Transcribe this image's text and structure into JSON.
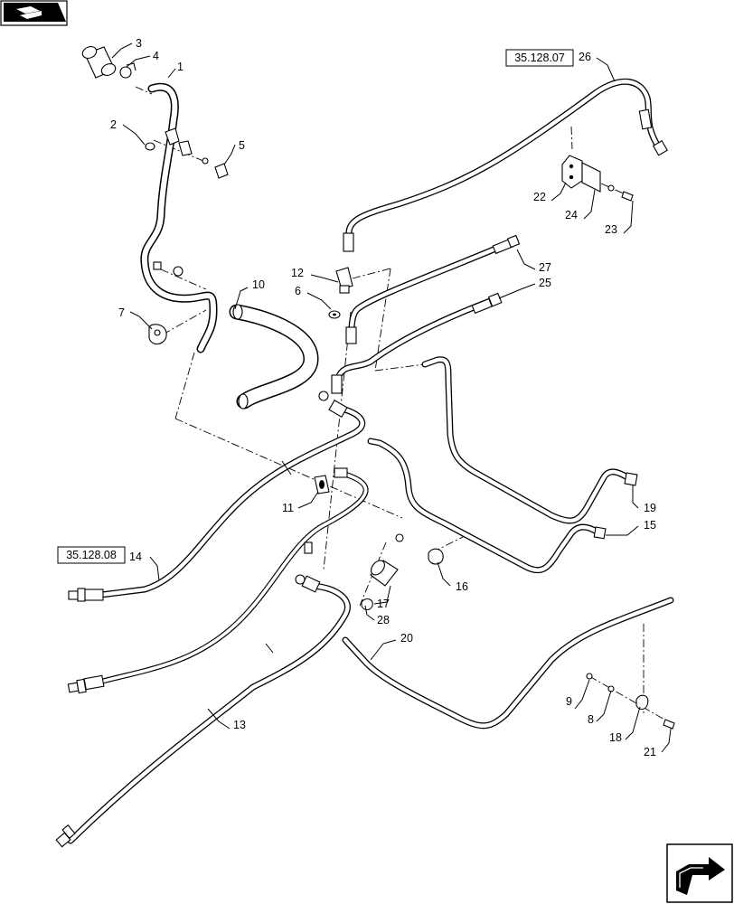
{
  "callouts": [
    {
      "id": "1",
      "label": "1"
    },
    {
      "id": "2",
      "label": "2"
    },
    {
      "id": "3",
      "label": "3"
    },
    {
      "id": "4",
      "label": "4"
    },
    {
      "id": "5",
      "label": "5"
    },
    {
      "id": "6",
      "label": "6"
    },
    {
      "id": "7",
      "label": "7"
    },
    {
      "id": "8",
      "label": "8"
    },
    {
      "id": "9",
      "label": "9"
    },
    {
      "id": "10",
      "label": "10"
    },
    {
      "id": "11",
      "label": "11"
    },
    {
      "id": "12",
      "label": "12"
    },
    {
      "id": "13",
      "label": "13"
    },
    {
      "id": "14",
      "label": "14"
    },
    {
      "id": "15",
      "label": "15"
    },
    {
      "id": "16",
      "label": "16"
    },
    {
      "id": "17",
      "label": "17"
    },
    {
      "id": "18",
      "label": "18"
    },
    {
      "id": "19",
      "label": "19"
    },
    {
      "id": "20",
      "label": "20"
    },
    {
      "id": "21",
      "label": "21"
    },
    {
      "id": "22",
      "label": "22"
    },
    {
      "id": "23",
      "label": "23"
    },
    {
      "id": "24",
      "label": "24"
    },
    {
      "id": "25",
      "label": "25"
    },
    {
      "id": "26",
      "label": "26"
    },
    {
      "id": "27",
      "label": "27"
    },
    {
      "id": "28",
      "label": "28"
    }
  ],
  "references": [
    {
      "id": "ref-35-128-07",
      "label": "35.128.07"
    },
    {
      "id": "ref-35-128-08",
      "label": "35.128.08"
    }
  ],
  "icons": {
    "top_left": "book-icon",
    "bottom_right": "next-page-arrow-icon"
  }
}
